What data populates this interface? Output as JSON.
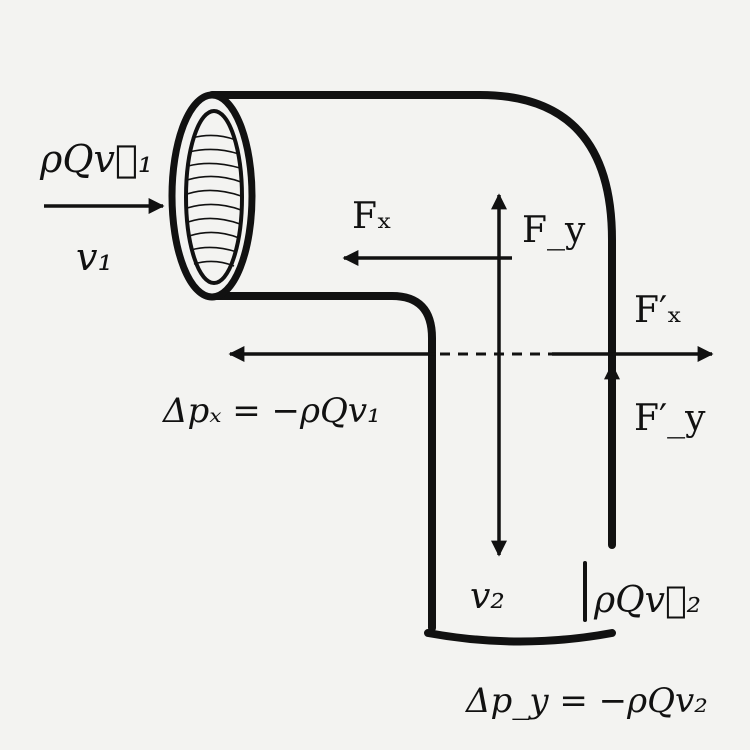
{
  "diagram": {
    "labels": {
      "momentum_in": "ρQv⃗₁",
      "v1": "v₁",
      "fx": "Fₓ",
      "fy": "F_y",
      "fx_prime": "F′ₓ",
      "fy_prime": "F′_y",
      "dpx": "Δpₓ = −ρQv₁",
      "v2": "v₂",
      "momentum_out": "ρQv⃗₂",
      "dpy": "Δp_y = −ρQv₂"
    },
    "colors": {
      "ink": "#111111",
      "background": "#f3f3f1"
    }
  }
}
